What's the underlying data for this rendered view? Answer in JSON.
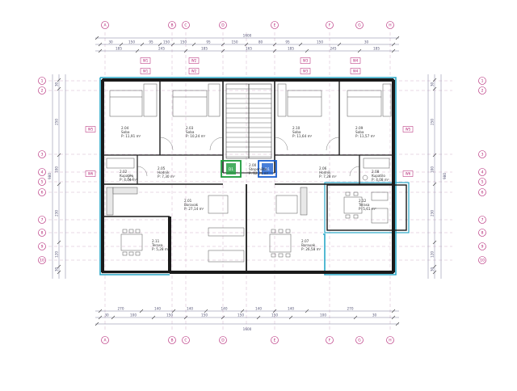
{
  "colors": {
    "wall": "#1a1a1a",
    "dimension": "#7a7a9a",
    "grid_bubble": "#b0186e",
    "tag": "#b0186e",
    "room_text": "#333333",
    "insulation": "#2aa8c8",
    "highlight_green": "#1c9a3a",
    "highlight_blue": "#1a5fd0",
    "furniture": "#555555"
  },
  "grid": {
    "columns_top": [
      "A",
      "B",
      "C",
      "D",
      "E",
      "F",
      "G",
      "H"
    ],
    "columns_bottom": [
      "A",
      "B",
      "C",
      "D",
      "E",
      "F",
      "G",
      "H"
    ],
    "rows_left": [
      "1",
      "2",
      "3",
      "4",
      "5",
      "6",
      "7",
      "8",
      "9",
      "10"
    ],
    "rows_right": [
      "1",
      "2",
      "3",
      "4",
      "5",
      "6",
      "7",
      "8",
      "9",
      "10"
    ]
  },
  "dimensions": {
    "top_overall": "1600",
    "top_chain_1": [
      "30",
      "150",
      "95",
      "150",
      "150",
      "95",
      "150",
      "80",
      "95",
      "150",
      "30"
    ],
    "top_chain_2": [
      "185",
      "245",
      "185",
      "165",
      "185",
      "245",
      "185"
    ],
    "bottom_overall": "1600",
    "bottom_chain_1": [
      "270",
      "140",
      "140",
      "140",
      "140",
      "140",
      "270"
    ],
    "bottom_chain_2": [
      "30",
      "100",
      "150",
      "150",
      "150",
      "150",
      "100",
      "30"
    ],
    "left_overall": "980",
    "left_chain": [
      "30",
      "250",
      "100",
      "230",
      "120",
      "30"
    ],
    "right_overall": "980",
    "right_chain": [
      "30",
      "250",
      "100",
      "230",
      "120",
      "30"
    ]
  },
  "rooms": [
    {
      "id": "r1",
      "number": "2.04",
      "name": "Soba",
      "area": "P: 11,91 m²"
    },
    {
      "id": "r2",
      "number": "2.03",
      "name": "Soba",
      "area": "P: 10,24 m²"
    },
    {
      "id": "r3",
      "number": "2.10",
      "name": "Soba",
      "area": "P: 11,64 m²"
    },
    {
      "id": "r4",
      "number": "2.09",
      "name": "Soba",
      "area": "P: 11,57 m²"
    },
    {
      "id": "r5",
      "number": "2.02",
      "name": "Kupatilo",
      "area": "P: 4,04 m²"
    },
    {
      "id": "r6",
      "number": "2.05",
      "name": "Hodnik",
      "area": "P: 7,30 m²"
    },
    {
      "id": "r7",
      "number": "2.06",
      "name": "Hodnik",
      "area": "P: 7,28 m²"
    },
    {
      "id": "r8",
      "number": "2.08",
      "name": "Kupatilo",
      "area": "P: 4,08 m²"
    },
    {
      "id": "r9",
      "number": "2.01",
      "name": "Boravak",
      "area": "P: 27,14 m²"
    },
    {
      "id": "r10",
      "number": "2.07",
      "name": "Boravak",
      "area": "P: 26,58 m²"
    },
    {
      "id": "r11",
      "number": "2.11",
      "name": "Terasa",
      "area": "P: 5,28 m²"
    },
    {
      "id": "r12",
      "number": "2.12",
      "name": "Terasa",
      "area": "P: 5,61 m²"
    },
    {
      "id": "r13",
      "number": "2.00",
      "name": "Stepenište",
      "area": "P: 12,34 m²"
    }
  ],
  "door_tags": [
    "D1",
    "D1"
  ],
  "window_tags": [
    "W1",
    "W2",
    "W3",
    "W4",
    "W1",
    "W2",
    "W3",
    "W4",
    "W5",
    "W6",
    "W5",
    "W6"
  ]
}
